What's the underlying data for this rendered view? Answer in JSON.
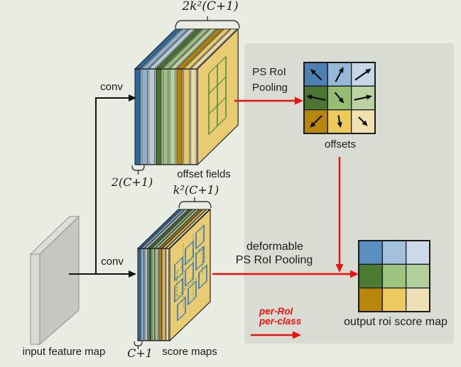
{
  "figure": "deformable PS RoI pooling diagram",
  "colors": {
    "background": "#e8ece3",
    "panel": "#d9dcd3",
    "red": "#ee1111",
    "stack_face": "#e8cb72",
    "stack_gap": "#f4f3ec",
    "stack_layers": [
      "#2f6899",
      "#8db1d0",
      "#b3cad8",
      "#477231",
      "#98c07d",
      "#b7d2a1",
      "#b28307",
      "#e9cb61",
      "#e7daa9"
    ],
    "grid_line_green": "#4e8f3c",
    "bin_rect_blue": "#3d7ab5",
    "dashed_green": "#5a9a4a",
    "slab_front": "#d8dad3",
    "slab_top": "#dcded8",
    "slab_side": "#c5c7c1"
  },
  "labels": {
    "conv_top": "conv",
    "conv_bottom": "conv",
    "dim_offset_fields_top": "2k²(C+1)",
    "dim_offset_fields_bottom": "2(C+1)",
    "dim_score_maps_top": "k²(C+1)",
    "dim_score_maps_bottom": "C+1",
    "offset_fields": "offset fields",
    "score_maps": "score maps",
    "input_feature_map": "input feature map",
    "ps_roi_pooling_line1": "PS RoI",
    "ps_roi_pooling_line2": "Pooling",
    "deformable_line1": "deformable",
    "deformable_line2": "PS RoI Pooling",
    "offsets": "offsets",
    "output_roi_score_map": "output roi score map",
    "per_roi": "per-RoI",
    "per_class": "per-class"
  },
  "offsets_grid": {
    "rows": 3,
    "cols": 3,
    "cell_colors": [
      [
        "#4c80b2",
        "#96b9d8",
        "#c6d7e7"
      ],
      [
        "#4b7631",
        "#95bd74",
        "#bad3a1"
      ],
      [
        "#b8860b",
        "#ecca5c",
        "#f0e3b0"
      ]
    ],
    "arrows": [
      [
        {
          "angle": 135,
          "len": 22
        },
        {
          "angle": 62,
          "len": 24
        },
        {
          "angle": 35,
          "len": 28
        }
      ],
      [
        {
          "angle": 168,
          "len": 28
        },
        {
          "angle": -50,
          "len": 20
        },
        {
          "angle": 12,
          "len": 26
        }
      ],
      [
        {
          "angle": 225,
          "len": 24
        },
        {
          "angle": 280,
          "len": 18
        },
        {
          "angle": 315,
          "len": 18
        }
      ]
    ]
  },
  "output_grid": {
    "rows": 3,
    "cols": 3,
    "cell_colors": [
      [
        "#5b8fc0",
        "#a3c0dc",
        "#ccd9e6"
      ],
      [
        "#4b7a33",
        "#9cc47e",
        "#b2cf9a"
      ],
      [
        "#b8860b",
        "#ecca5f",
        "#eee0b5"
      ]
    ]
  }
}
